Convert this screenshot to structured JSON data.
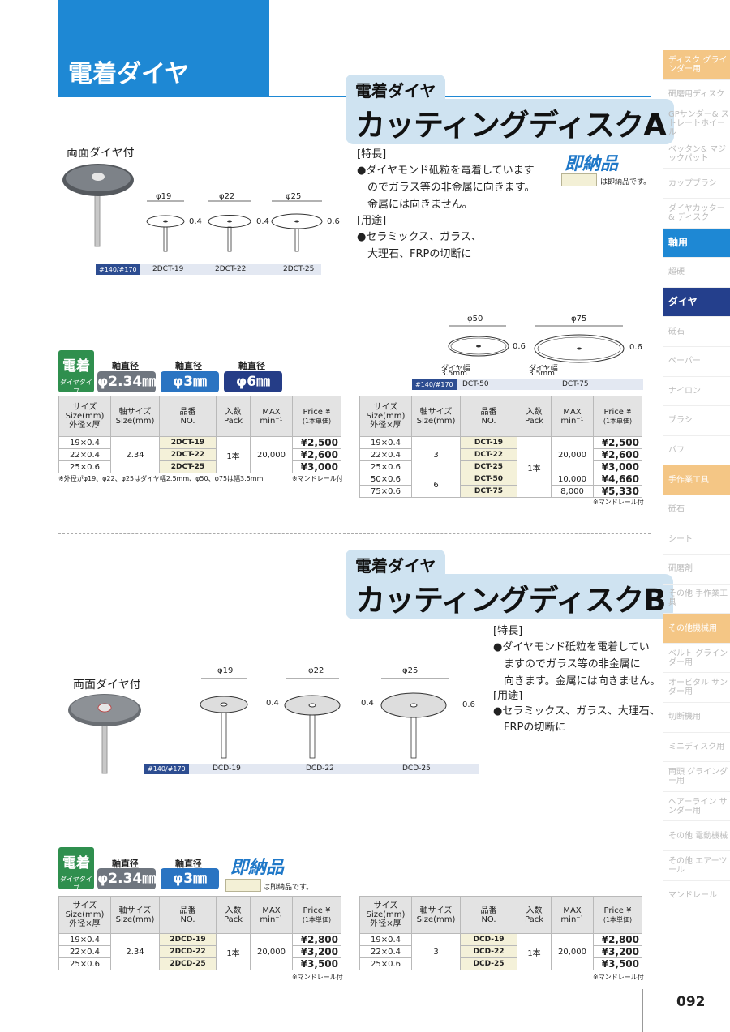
{
  "header": {
    "category": "電着ダイヤ"
  },
  "section_a": {
    "subtitle": "電着ダイヤ",
    "title": "カッティングディスクA",
    "double_sided": "両面ダイヤ付",
    "features_heading": "[特長]",
    "features": [
      "●ダイヤモンド砥粒を電着しています",
      "　のでガラス等の非金属に向きます。",
      "　金属には向きません。"
    ],
    "uses_heading": "[用途]",
    "uses": [
      "●セラミックス、ガラス、",
      "　大理石、FRPの切断に"
    ],
    "stock_badge": "即納品",
    "stock_note": "は即納品です。",
    "diagram1": {
      "grit": "#140/#170",
      "items": [
        {
          "dia": "φ19",
          "thick": "0.4",
          "code": "2DCT-19"
        },
        {
          "dia": "φ22",
          "thick": "0.4",
          "code": "2DCT-22"
        },
        {
          "dia": "φ25",
          "thick": "0.6",
          "code": "2DCT-25"
        }
      ]
    },
    "diagram2": {
      "grit": "#140/#170",
      "items": [
        {
          "dia": "φ50",
          "thick": "0.6",
          "code": "DCT-50",
          "width_label": "ダイヤ幅",
          "width": "3.5mm"
        },
        {
          "dia": "φ75",
          "thick": "0.6",
          "code": "DCT-75",
          "width_label": "ダイヤ幅",
          "width": "3.5mm"
        }
      ]
    },
    "chips": {
      "elec_big": "電着",
      "elec_small": "ダイヤタイプ",
      "shaft_label": "軸直径",
      "shafts": [
        "φ2.34㎜",
        "φ3㎜",
        "φ6㎜"
      ]
    },
    "table_left": {
      "headers": [
        "サイズ Size(mm) 外径×厚",
        "軸サイズ Size(mm)",
        "品番 NO.",
        "入数 Pack",
        "MAX min⁻¹",
        "Price ¥ (1本単価)"
      ],
      "sizes": [
        "19×0.4",
        "22×0.4",
        "25×0.6"
      ],
      "shaft": "2.34",
      "codes": [
        "2DCT-19",
        "2DCT-22",
        "2DCT-25"
      ],
      "pack": "1本",
      "max": "20,000",
      "prices": [
        "¥2,500",
        "¥2,600",
        "¥3,000"
      ],
      "note_left": "※外径がφ19、φ22、φ25はダイヤ幅2.5mm、φ50、φ75は幅3.5mm",
      "note_right": "※マンドレール付"
    },
    "table_right": {
      "sizes": [
        "19×0.4",
        "22×0.4",
        "25×0.6",
        "50×0.6",
        "75×0.6"
      ],
      "shafts": [
        "3",
        "6"
      ],
      "codes": [
        "DCT-19",
        "DCT-22",
        "DCT-25",
        "DCT-50",
        "DCT-75"
      ],
      "pack": "1本",
      "max": [
        "20,000",
        "10,000",
        "8,000"
      ],
      "prices": [
        "¥2,500",
        "¥2,600",
        "¥3,000",
        "¥4,660",
        "¥5,330"
      ],
      "note": "※マンドレール付"
    }
  },
  "section_b": {
    "subtitle": "電着ダイヤ",
    "title": "カッティングディスクB",
    "double_sided": "両面ダイヤ付",
    "features_heading": "[特長]",
    "features": [
      "●ダイヤモンド砥粒を電着してい",
      "　ますのでガラス等の非金属に",
      "　向きます。金属には向きません。"
    ],
    "uses_heading": "[用途]",
    "uses": [
      "●セラミックス、ガラス、大理石、",
      "　FRPの切断に"
    ],
    "stock_badge": "即納品",
    "stock_note": "は即納品です。",
    "diagram": {
      "grit": "#140/#170",
      "items": [
        {
          "dia": "φ19",
          "thick": "0.4",
          "code": "DCD-19"
        },
        {
          "dia": "φ22",
          "thick": "0.4",
          "code": "DCD-22"
        },
        {
          "dia": "φ25",
          "thick": "0.6",
          "code": "DCD-25"
        }
      ]
    },
    "chips": {
      "elec_big": "電着",
      "elec_small": "ダイヤタイプ",
      "shaft_label": "軸直径",
      "shafts": [
        "φ2.34㎜",
        "φ3㎜"
      ]
    },
    "table_left": {
      "sizes": [
        "19×0.4",
        "22×0.4",
        "25×0.6"
      ],
      "shaft": "2.34",
      "codes": [
        "2DCD-19",
        "2DCD-22",
        "2DCD-25"
      ],
      "pack": "1本",
      "max": "20,000",
      "prices": [
        "¥2,800",
        "¥3,200",
        "¥3,500"
      ],
      "note": "※マンドレール付"
    },
    "table_right": {
      "sizes": [
        "19×0.4",
        "22×0.4",
        "25×0.6"
      ],
      "shaft": "3",
      "codes": [
        "DCD-19",
        "DCD-22",
        "DCD-25"
      ],
      "pack": "1本",
      "max": "20,000",
      "prices": [
        "¥2,800",
        "¥3,200",
        "¥3,500"
      ],
      "note": "※マンドレール付"
    }
  },
  "side_index": [
    {
      "label": "ディスク グラインダー用",
      "style": "cat"
    },
    {
      "label": "研磨用ディスク",
      "style": ""
    },
    {
      "label": "GPサンダー& ストレートホイール",
      "style": ""
    },
    {
      "label": "ベッタン& マジックパット",
      "style": ""
    },
    {
      "label": "カップブラシ",
      "style": ""
    },
    {
      "label": "ダイヤカッター& ディスク",
      "style": ""
    },
    {
      "label": "軸用",
      "style": "active"
    },
    {
      "label": "超硬",
      "style": ""
    },
    {
      "label": "ダイヤ",
      "style": "active2"
    },
    {
      "label": "砥石",
      "style": ""
    },
    {
      "label": "ペーパー",
      "style": ""
    },
    {
      "label": "ナイロン",
      "style": ""
    },
    {
      "label": "ブラシ",
      "style": ""
    },
    {
      "label": "バフ",
      "style": ""
    },
    {
      "label": "手作業工具",
      "style": "cat"
    },
    {
      "label": "砥石",
      "style": ""
    },
    {
      "label": "シート",
      "style": ""
    },
    {
      "label": "研磨剤",
      "style": ""
    },
    {
      "label": "その他 手作業工具",
      "style": ""
    },
    {
      "label": "その他機械用",
      "style": "cat"
    },
    {
      "label": "ベルト グラインダー用",
      "style": ""
    },
    {
      "label": "オービタル サンダー用",
      "style": ""
    },
    {
      "label": "切断機用",
      "style": ""
    },
    {
      "label": "ミニディスク用",
      "style": ""
    },
    {
      "label": "両頭 グラインダー用",
      "style": ""
    },
    {
      "label": "ヘアーライン サンダー用",
      "style": ""
    },
    {
      "label": "その他 電動機械",
      "style": ""
    },
    {
      "label": "その他 エアーツール",
      "style": ""
    },
    {
      "label": "マンドレール",
      "style": ""
    }
  ],
  "page_number": "092",
  "colors": {
    "brand_blue": "#1e88d4",
    "navy": "#243f8c",
    "stock_fill": "#f4f1d9",
    "electro_green": "#2f8f4e"
  }
}
